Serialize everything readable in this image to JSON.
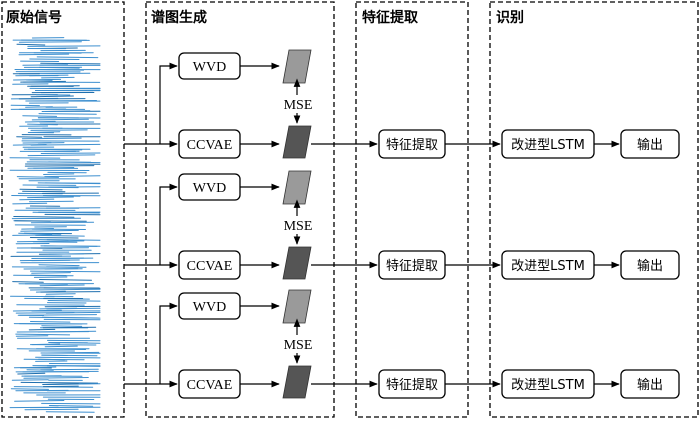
{
  "regions": {
    "signal": "原始信号",
    "spectrum": "谱图生成",
    "feature": "特征提取",
    "recognition": "识别"
  },
  "branches": [
    {
      "wvd": "WVD",
      "mse": "MSE",
      "ccvae": "CCVAE",
      "feature": "特征提取",
      "lstm": "改进型LSTM",
      "output": "输出"
    },
    {
      "wvd": "WVD",
      "mse": "MSE",
      "ccvae": "CCVAE",
      "feature": "特征提取",
      "lstm": "改进型LSTM",
      "output": "输出"
    },
    {
      "wvd": "WVD",
      "mse": "MSE",
      "ccvae": "CCVAE",
      "feature": "特征提取",
      "lstm": "改进型LSTM",
      "output": "输出"
    }
  ],
  "colors": {
    "signal": "#3d8fcf",
    "wvd_image": "#9a9a9a",
    "ccvae_image": "#555555"
  }
}
